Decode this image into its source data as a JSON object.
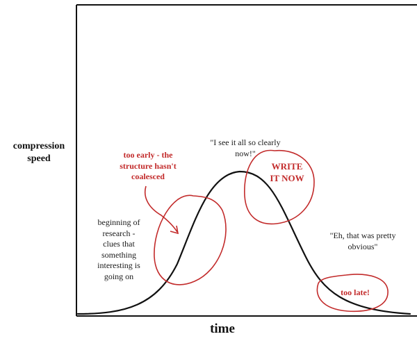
{
  "y_axis_label": [
    "compression",
    "speed"
  ],
  "x_axis_label": "time",
  "annotations": {
    "too_early": [
      "too early - the",
      "structure hasn't",
      "coalesced"
    ],
    "beginning": [
      "beginning of",
      "research -",
      "clues that",
      "something",
      "interesting is",
      "going on"
    ],
    "see_clearly": [
      "\"I see it all so clearly",
      "now!\""
    ],
    "write_now": [
      "WRITE",
      "IT NOW"
    ],
    "obvious": [
      "\"Eh, that was pretty",
      "obvious\""
    ],
    "too_late": "too late!"
  },
  "colors": {
    "ink": "#111111",
    "annotation_red": "#c22a2a"
  }
}
